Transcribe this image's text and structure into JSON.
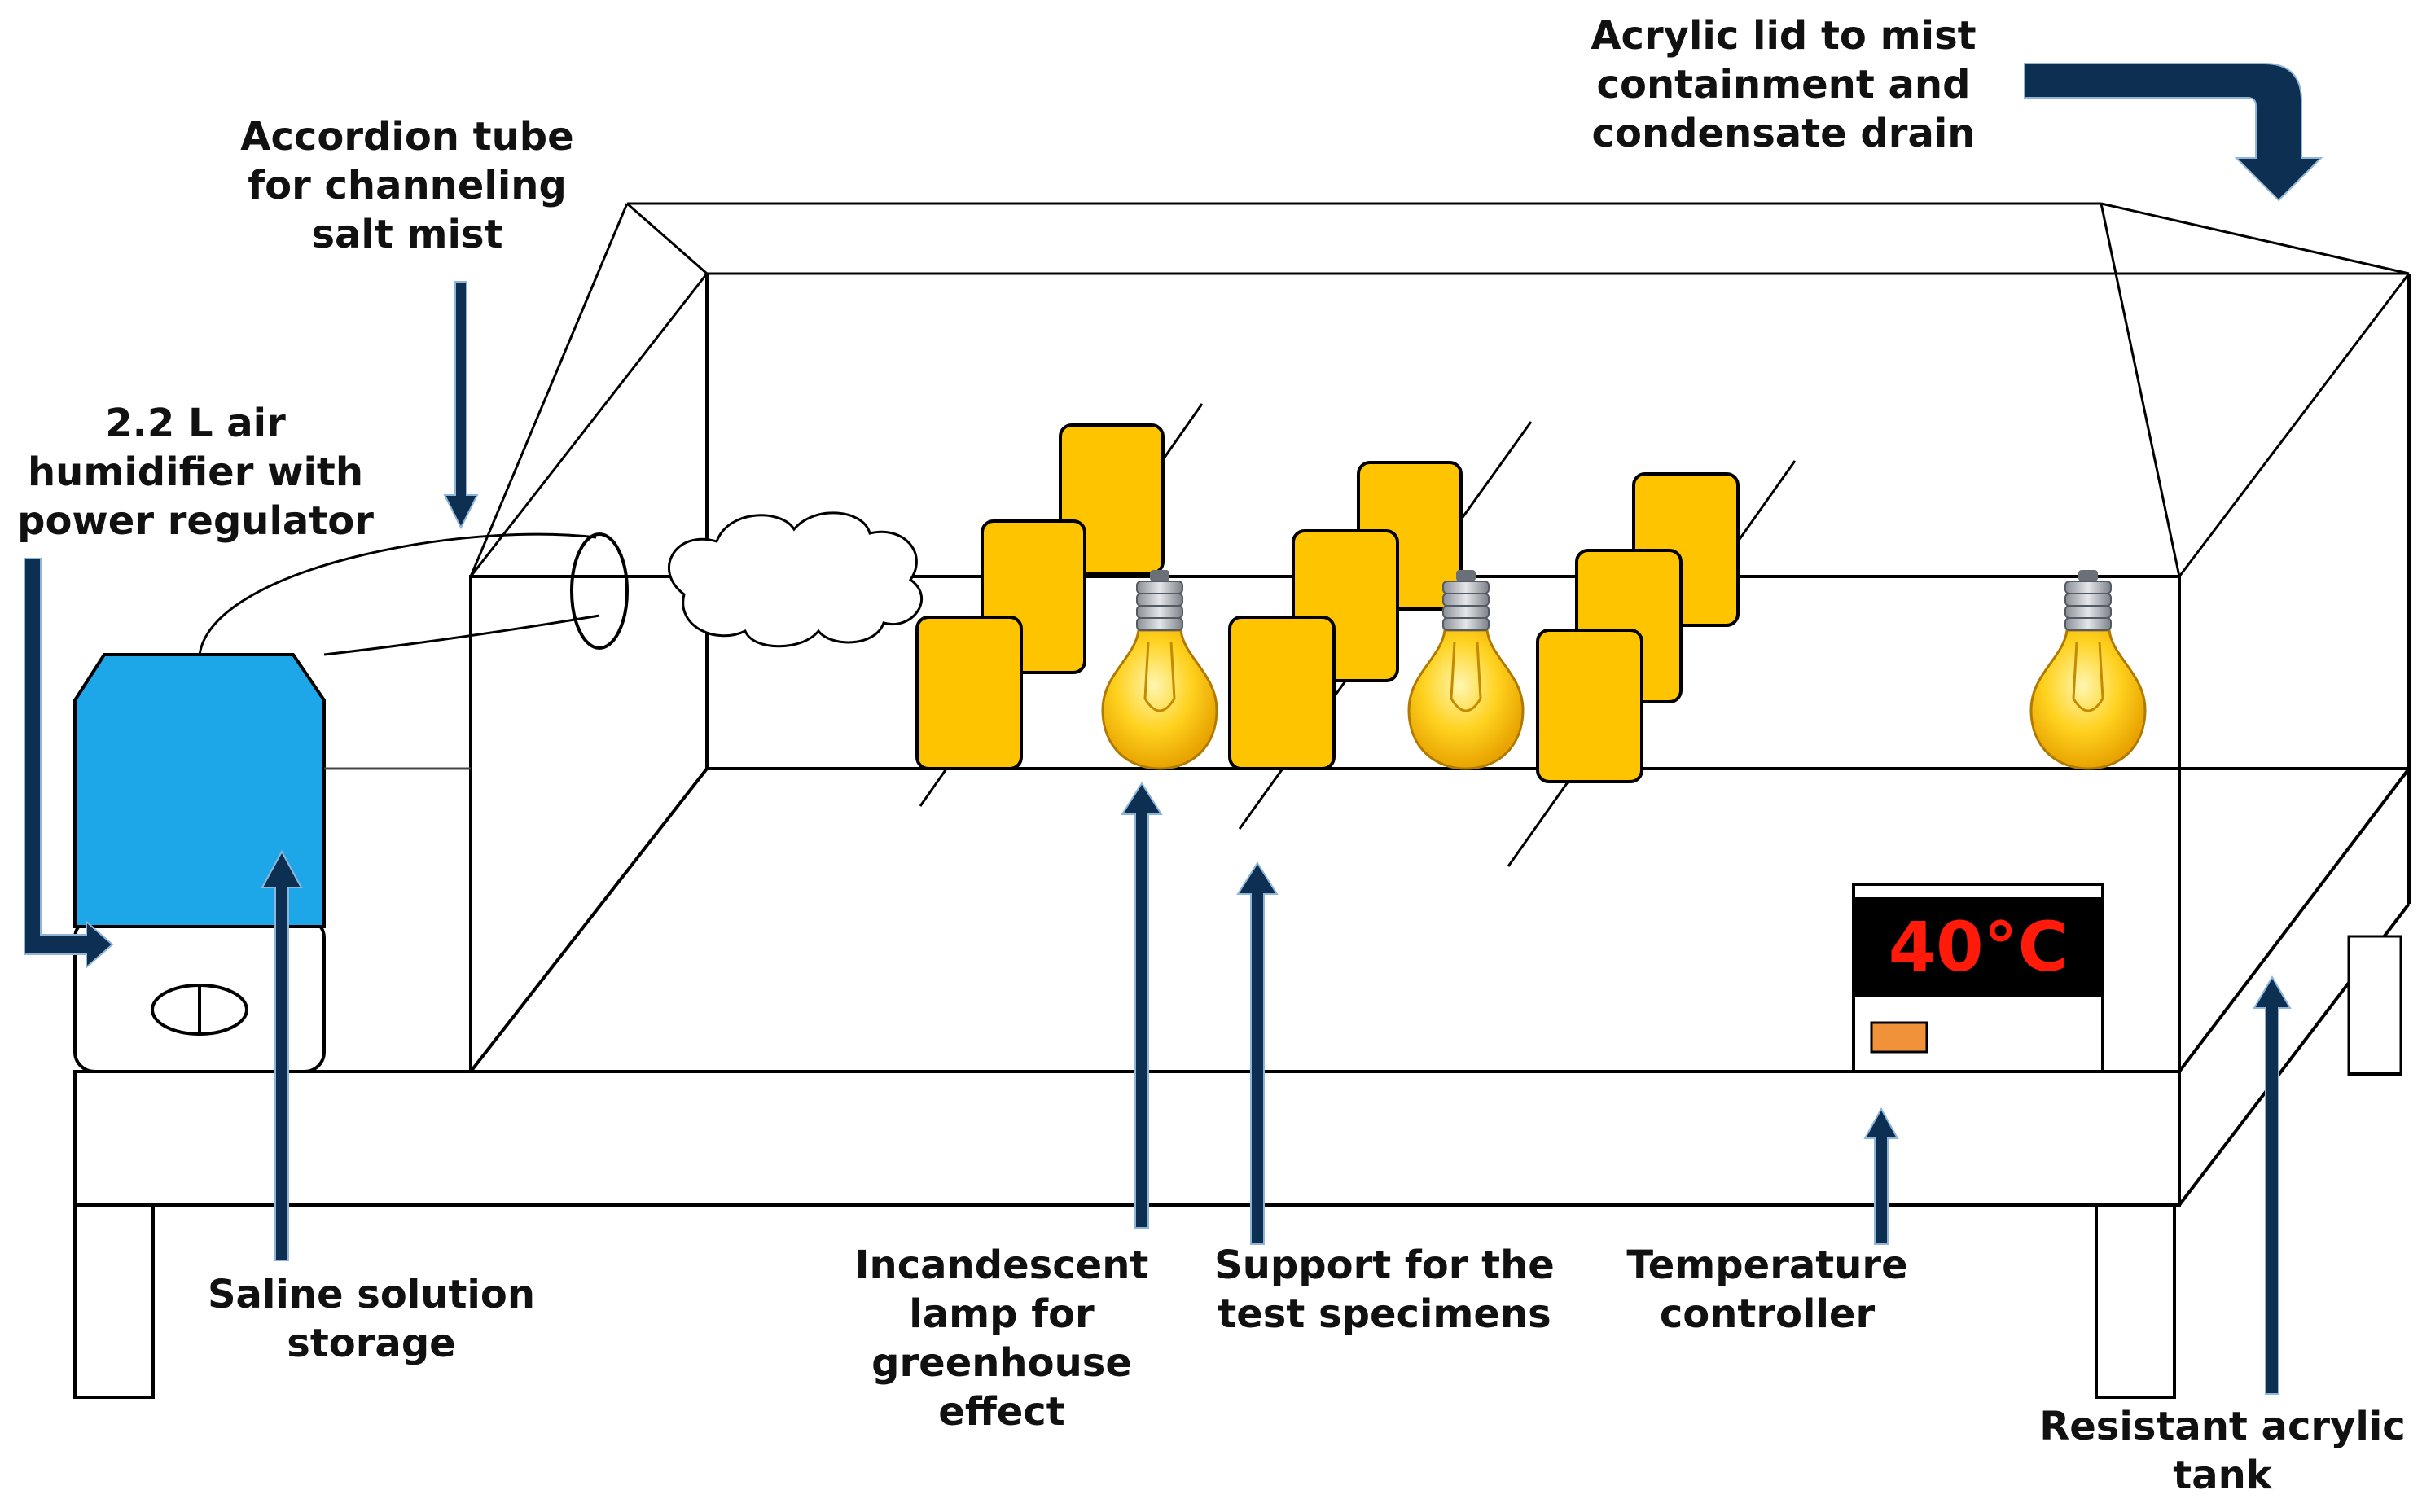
{
  "colors": {
    "outline": "#000000",
    "humidifier_body": "#1ea7e8",
    "specimen_fill": "#ffc400",
    "arrow": "#0d2f52",
    "display_bg": "#000000",
    "display_text": "#ff1a0a",
    "controller_button": "#f0923a"
  },
  "icons": [
    "bulb-icon",
    "mist-cloud-icon",
    "specimen-plate-icon"
  ],
  "labels": {
    "acrylic_lid": [
      "Acrylic lid to mist",
      "containment and",
      "condensate drain"
    ],
    "accordion_tube": [
      "Accordion tube",
      "for channeling",
      "salt mist"
    ],
    "humidifier": [
      "2.2 L air",
      "humidifier with",
      "power regulator"
    ],
    "saline": [
      "Saline solution",
      "storage"
    ],
    "lamp": [
      "Incandescent",
      "lamp for",
      "greenhouse",
      "effect"
    ],
    "support": [
      "Support for the",
      "test specimens"
    ],
    "controller": [
      "Temperature",
      "controller"
    ],
    "tank": [
      "Resistant acrylic",
      "tank"
    ]
  },
  "temperature_display": "40°C"
}
